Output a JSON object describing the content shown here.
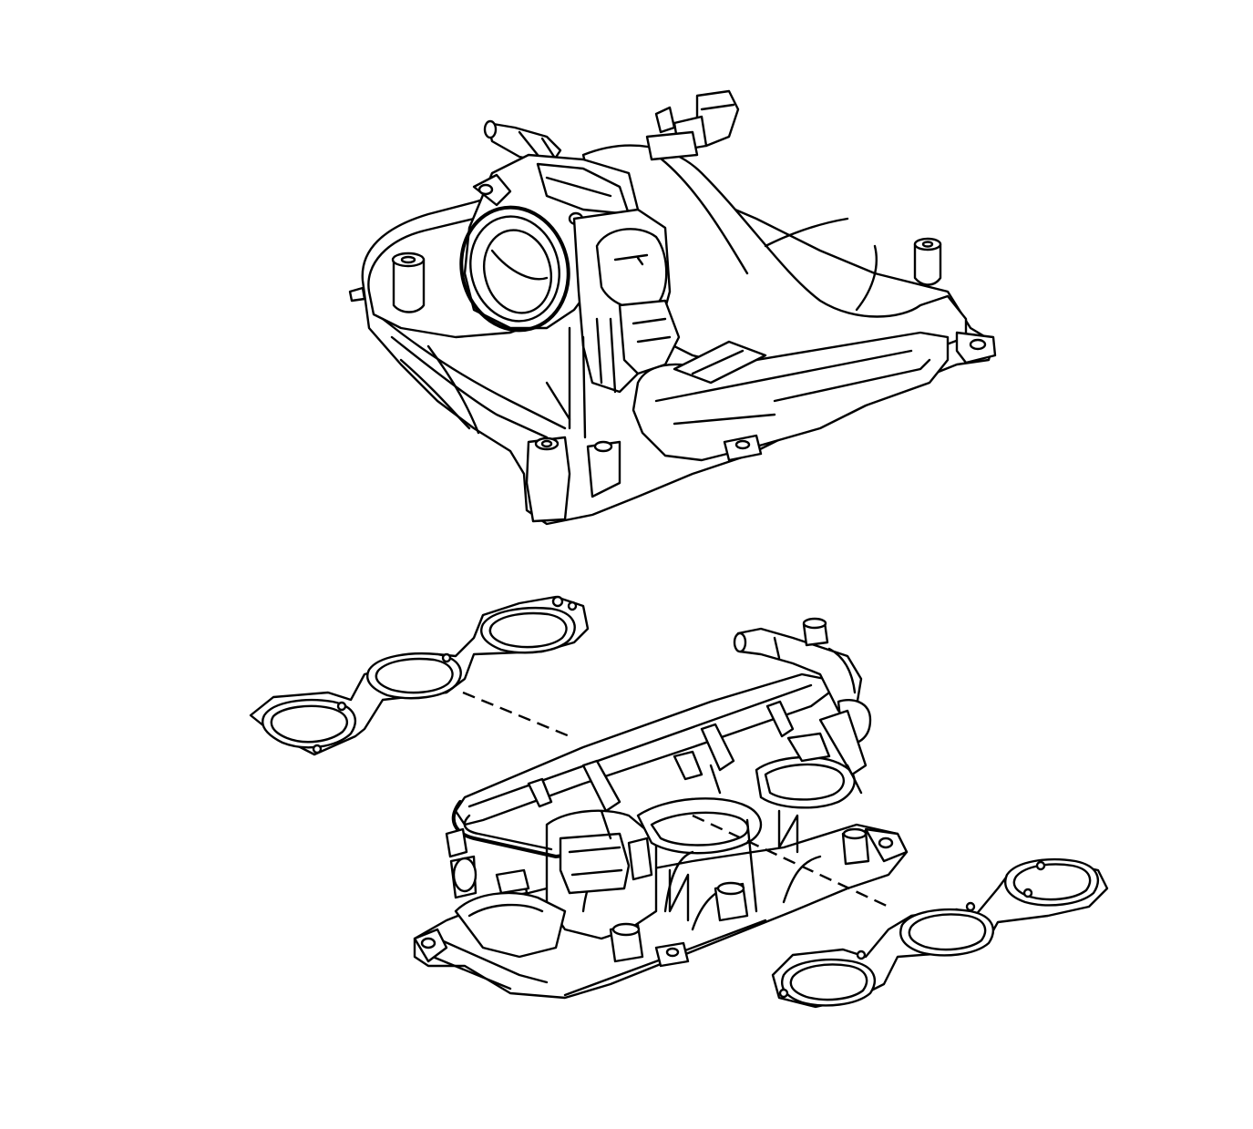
{
  "figure": {
    "components": [
      {
        "name": "upper-intake-manifold"
      },
      {
        "name": "throttle-body"
      },
      {
        "name": "lower-intake-manifold"
      },
      {
        "name": "fuel-rail"
      },
      {
        "name": "intake-manifold-gasket-left"
      },
      {
        "name": "intake-manifold-gasket-right"
      }
    ],
    "colors": {
      "line": "#000000",
      "background": "#ffffff"
    }
  }
}
